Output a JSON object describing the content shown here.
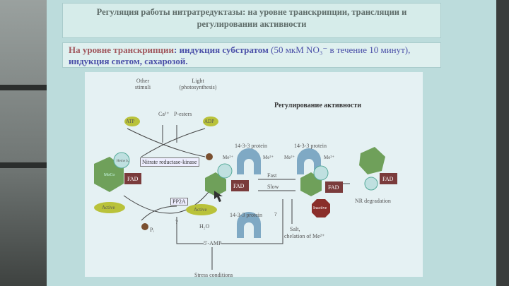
{
  "slide": {
    "title_line1": "Регуляция работы нитратредуктазы: на уровне транскрипции, трансляции и",
    "title_line2": "регулировании активности",
    "sub_prefix": "На уровне транскрипции",
    "sub_rest": ": индукция субстратом ",
    "sub_paren": "(50 мкМ NO₃⁻ в течение 10 минут),",
    "sub_line2": "индукция светом,   сахарозой."
  },
  "diagram": {
    "title": "Регулирование активности",
    "other_stimuli": "Other stimuli",
    "light": "Light (photosynthesis)",
    "ca": "Ca²⁺",
    "pesters": "P-esters",
    "atp": "ATP",
    "adp": "ADP",
    "kinase": "Nitrate reductase-kinase",
    "moco": "MoCo",
    "heme": "Heme b₅",
    "fad": "FAD",
    "pp2a": "PP2A",
    "active": "Active",
    "h2o": "H₂O",
    "pi": "Pᵢ",
    "amp": "5'-AMP",
    "stress": "Stress conditions",
    "protein1433": "14-3-3 protein",
    "me": "Me²⁺",
    "fast": "Fast",
    "slow": "Slow",
    "q": "?",
    "inactive": "Inactive",
    "salt": "Salt,",
    "chelation": "chelation of Me²⁺",
    "degradation": "NR degradation"
  },
  "colors": {
    "moco": "#6fa05a",
    "fad": "#7a3b3b",
    "protein": "#7fa9c4",
    "active": "#b9c23a",
    "inactive": "#8a2e2a"
  }
}
